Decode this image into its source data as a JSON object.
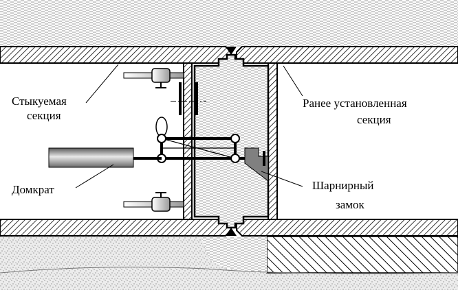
{
  "labels": {
    "joined_section": [
      "Стыкуемая",
      "секция"
    ],
    "installed_section": [
      "Ранее установленная",
      "секция"
    ],
    "jack": "Домкрат",
    "hinge_lock": [
      "Шарнирный",
      "замок"
    ]
  },
  "colors": {
    "outline": "#000000",
    "wall_hatch": "#000000",
    "water_hatch": "#9a9a9a",
    "lock_fill": "#808080",
    "jack_gradient": [
      "#5a5a5a",
      "#e8e8e8",
      "#6a6a6a"
    ],
    "background": "#ffffff"
  },
  "icons": [
    "jack-cylinder-icon",
    "hinge-lock-icon",
    "valve-icon"
  ]
}
